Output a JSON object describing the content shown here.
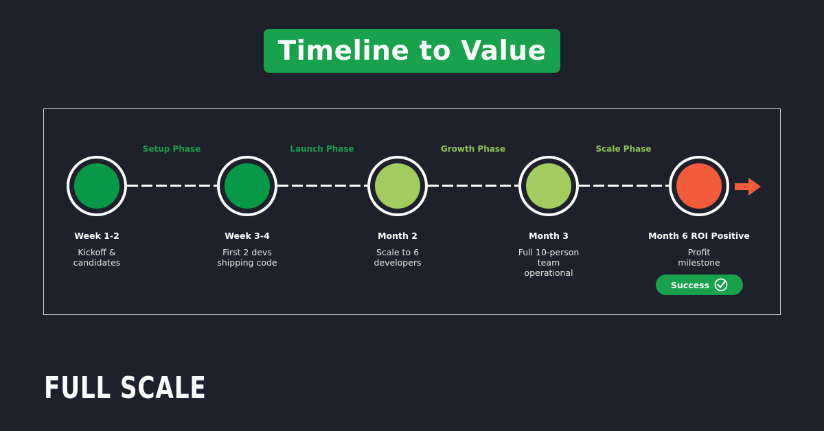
{
  "header": {
    "title": "Timeline to Value"
  },
  "colors": {
    "background": "#1e212b",
    "title_badge": "#18a24b",
    "dark_green": "#069a48",
    "light_green": "#a2cd5e",
    "orange_red": "#f25c3b",
    "phase_label_dark": "#1a9e4c",
    "phase_label_light": "#8cc152",
    "success_pill": "#18a24b"
  },
  "phases": [
    {
      "label": "Setup Phase",
      "color": "#1a9e4c"
    },
    {
      "label": "Launch Phase",
      "color": "#1a9e4c"
    },
    {
      "label": "Growth Phase",
      "color": "#8cc152"
    },
    {
      "label": "Scale Phase",
      "color": "#8cc152"
    }
  ],
  "milestones": [
    {
      "title": "Week 1-2",
      "description": "Kickoff &\ncandidates",
      "dot_color": "#069a48"
    },
    {
      "title": "Week 3-4",
      "description": "First 2 devs\nshipping code",
      "dot_color": "#069a48"
    },
    {
      "title": "Month 2",
      "description": "Scale to 6\ndevelopers",
      "dot_color": "#a2cd5e"
    },
    {
      "title": "Month 3",
      "description": "Full 10-person\nteam\noperational",
      "dot_color": "#a2cd5e"
    },
    {
      "title": "Month 6 ROI Positive",
      "description": "Profit\nmilestone",
      "dot_color": "#f25c3b"
    }
  ],
  "success_badge": {
    "label": "Success",
    "icon": "check-circle-icon"
  },
  "end_arrow": {
    "icon": "arrow-right-icon",
    "color": "#f25c3b"
  },
  "brand": {
    "logo_text": "FULL SCALE"
  }
}
